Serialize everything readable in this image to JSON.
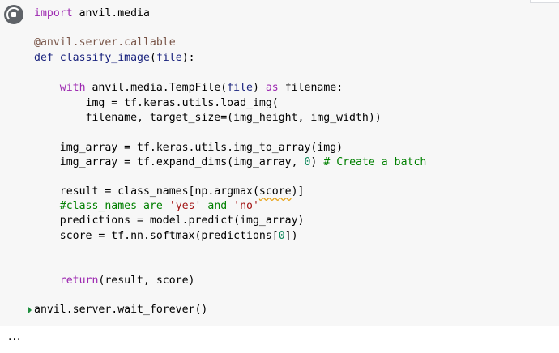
{
  "code_lines": [
    {
      "id": "l1",
      "parts": [
        [
          "kw",
          "import"
        ],
        [
          "",
          " anvil.media"
        ]
      ]
    },
    {
      "id": "l3",
      "parts": [
        [
          "deco",
          "@anvil.server.callable"
        ]
      ]
    },
    {
      "id": "l4",
      "parts": [
        [
          "kw2",
          "def"
        ],
        [
          "",
          " "
        ],
        [
          "fn",
          "classify_image"
        ],
        [
          "",
          "("
        ],
        [
          "kw2",
          "file"
        ],
        [
          "",
          "):"
        ]
      ]
    },
    {
      "id": "l6",
      "parts": [
        [
          "",
          "    "
        ],
        [
          "kw",
          "with"
        ],
        [
          "",
          " anvil.media.TempFile("
        ],
        [
          "kw2",
          "file"
        ],
        [
          "",
          ") "
        ],
        [
          "kw",
          "as"
        ],
        [
          "",
          " filename:"
        ]
      ]
    },
    {
      "id": "l7",
      "parts": [
        [
          "",
          "        img = tf.keras.utils.load_img("
        ]
      ]
    },
    {
      "id": "l8",
      "parts": [
        [
          "",
          "        filename, target_size=(img_height, img_width))"
        ]
      ]
    },
    {
      "id": "l10",
      "parts": [
        [
          "",
          "    img_array = tf.keras.utils.img_to_array(img)"
        ]
      ]
    },
    {
      "id": "l11",
      "parts": [
        [
          "",
          "    img_array = tf.expand_dims(img_array, "
        ],
        [
          "num",
          "0"
        ],
        [
          "",
          ") "
        ],
        [
          "cm",
          "# Create a batch"
        ]
      ]
    },
    {
      "id": "l13",
      "parts": [
        [
          "",
          "    result = class_names[np.argmax("
        ],
        [
          "squiggle",
          "score"
        ],
        [
          "",
          ")]"
        ]
      ]
    },
    {
      "id": "l14",
      "parts": [
        [
          "",
          "    "
        ],
        [
          "cm",
          "#class_names are "
        ],
        [
          "str",
          "'yes'"
        ],
        [
          "cm",
          " and "
        ],
        [
          "str",
          "'no'"
        ]
      ]
    },
    {
      "id": "l15",
      "parts": [
        [
          "",
          "    predictions = model.predict(img_array)"
        ]
      ]
    },
    {
      "id": "l16",
      "parts": [
        [
          "",
          "    score = tf.nn.softmax(predictions["
        ],
        [
          "num",
          "0"
        ],
        [
          "",
          "])"
        ]
      ]
    },
    {
      "id": "l19",
      "parts": [
        [
          "",
          "    "
        ],
        [
          "ret",
          "return"
        ],
        [
          "",
          "(result, score)"
        ]
      ]
    },
    {
      "id": "l21",
      "parts": [
        [
          "",
          "anvil.server.wait_forever()"
        ]
      ]
    }
  ],
  "output_ellipsis": "...",
  "icons": {
    "run_button": "stop-circle-icon"
  }
}
